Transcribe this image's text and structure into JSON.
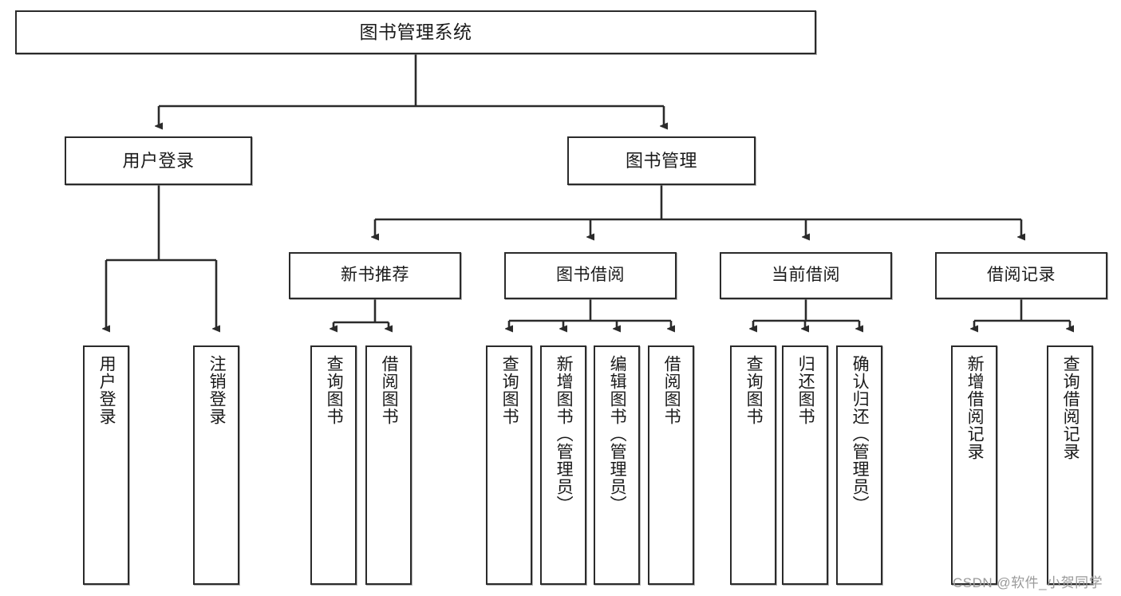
{
  "diagram": {
    "type": "tree-hierarchy-chart",
    "title": "图书管理系统",
    "root": {
      "label": "图书管理系统"
    },
    "level2": [
      {
        "label": "用户登录"
      },
      {
        "label": "图书管理"
      }
    ],
    "level3": [
      {
        "label": "新书推荐"
      },
      {
        "label": "图书借阅"
      },
      {
        "label": "当前借阅"
      },
      {
        "label": "借阅记录"
      }
    ],
    "leaves": {
      "user_login": [
        {
          "label": "用户登录"
        },
        {
          "label": "注销登录"
        }
      ],
      "new_book_recommend": [
        {
          "label": "查询图书"
        },
        {
          "label": "借阅图书"
        }
      ],
      "book_borrow": [
        {
          "label": "查询图书"
        },
        {
          "label": "新增图书（管理员）"
        },
        {
          "label": "编辑图书（管理员）"
        },
        {
          "label": "借阅图书"
        }
      ],
      "current_borrow": [
        {
          "label": "查询图书"
        },
        {
          "label": "归还图书"
        },
        {
          "label": "确认归还（管理员）"
        }
      ],
      "borrow_record": [
        {
          "label": "新增借阅记录"
        },
        {
          "label": "查询借阅记录"
        }
      ]
    }
  },
  "watermark": {
    "text": "CSDN @软件_小贺同学"
  },
  "colors": {
    "box_border": "#2b2b2b",
    "box_fill": "#ffffff",
    "connector": "#2b2b2b",
    "text": "#1a1a1a",
    "watermark": "#9a9a9a"
  }
}
